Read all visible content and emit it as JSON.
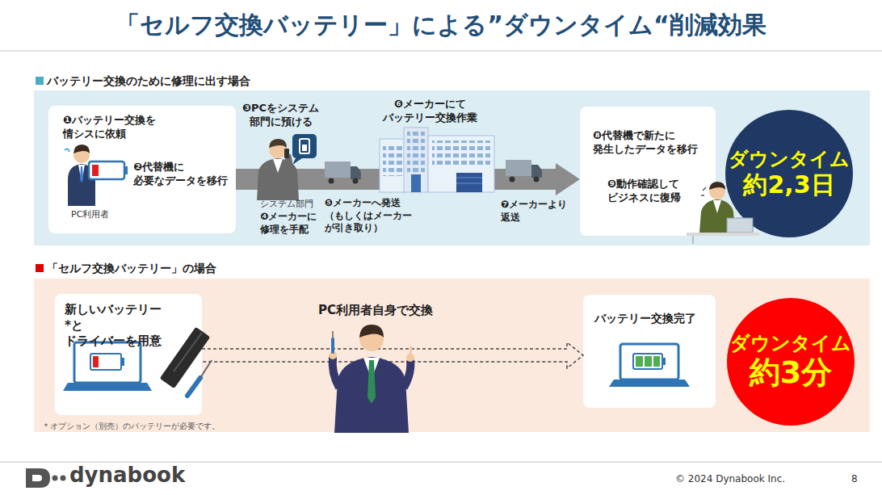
{
  "diagram": {
    "title": "「セルフ交換バッテリー」による”ダウンタイム“削減効果",
    "nodes": [
      {
        "text": [
          "バッテリー交換のために修理に出す場合"
        ]
      },
      {
        "text": [
          "❶バッテリー交換を 情シスに依頼",
          "❷代替機に 必要なデータを移行",
          "PC利用者"
        ],
        "in": 0
      },
      {
        "text": [
          "❽代替機で新たに 発生したデータを移行",
          "❾動作確認して ビジネスに復帰"
        ],
        "in": 0
      },
      {
        "text": [
          "ダウンタイム",
          "約2,3日"
        ],
        "in": 0
      },
      {
        "text": [
          "「セルフ交換バッテリー」の場合"
        ]
      },
      {
        "text": [
          "新しいバッテリー*と ドライバーを用意"
        ],
        "in": 4
      },
      {
        "text": [
          "バッテリー交換完了"
        ],
        "in": 4
      },
      {
        "text": [
          "ダウンタイム",
          "約3分"
        ],
        "in": 4
      }
    ],
    "edges": [
      {
        "from": 1,
        "to": 2,
        "arrow": "to"
      },
      {
        "from": 5,
        "to": 6,
        "arrow": "to"
      }
    ],
    "labels": [
      "❸PCをシステム 部門に預ける",
      "システム部門",
      "❹メーカーに 修理を手配",
      "❺メーカーへ発送 （もしくはメーカー が引き取り）",
      "❻メーカーにて バッテリー交換作業",
      "❼メーカーより 返送",
      "PC利用者自身で交換",
      "＊オプション（別売）のバッテリーが必要です。",
      "dynabook",
      "© 2024 Dynabook Inc.",
      "8"
    ]
  }
}
